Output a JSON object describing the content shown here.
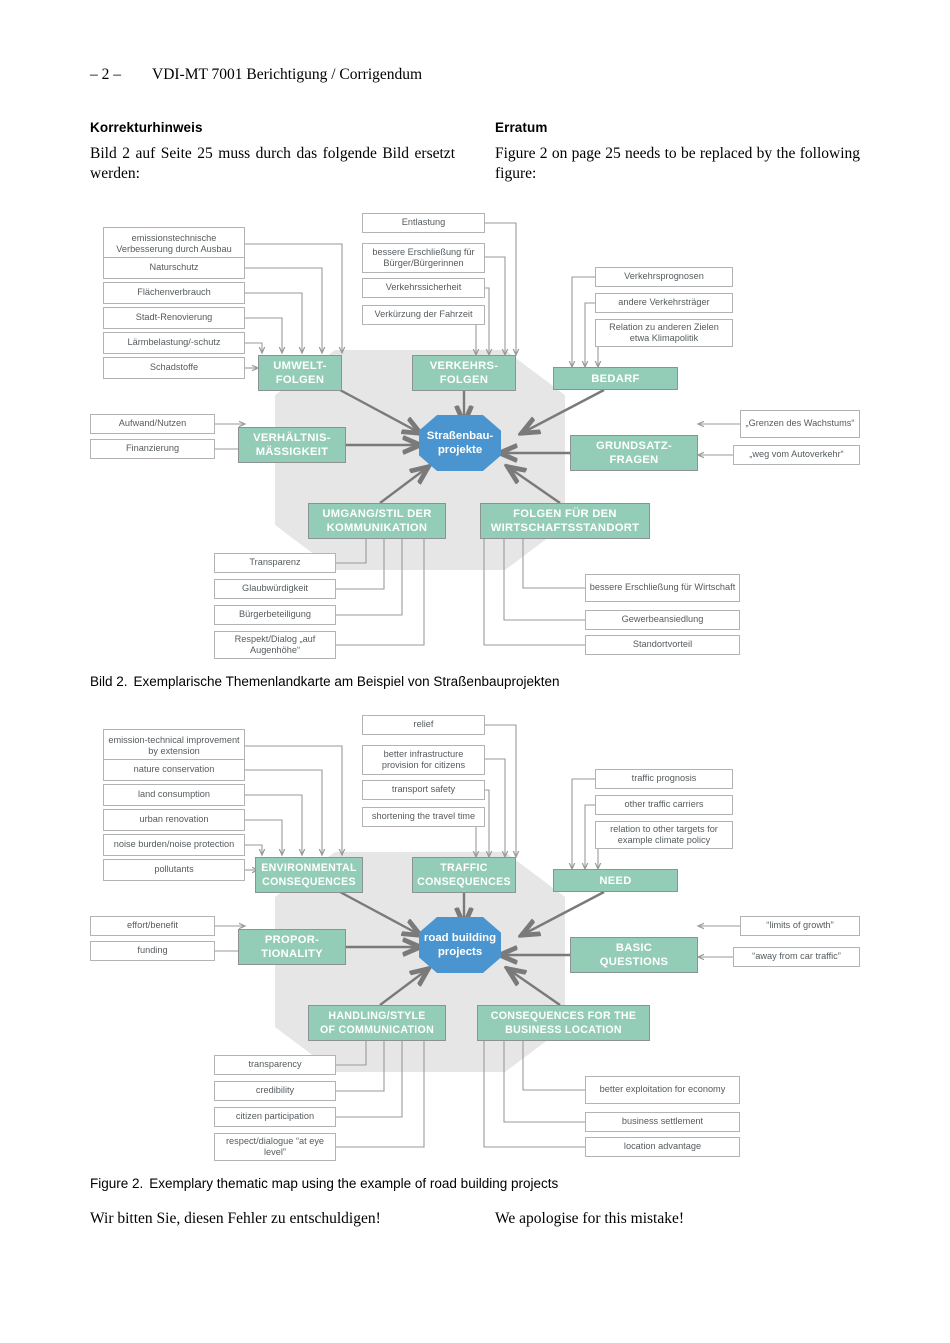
{
  "running_head": {
    "page_marker": "– 2 –",
    "document": "VDI-MT 7001  Berichtigung / Corrigendum"
  },
  "intro": {
    "left": {
      "heading": "Korrekturhinweis",
      "body": "Bild 2 auf Seite 25 muss durch das folgende Bild ersetzt werden:"
    },
    "right": {
      "heading": "Erratum",
      "body": "Figure 2 on page 25 needs to be replaced by the following figure:"
    }
  },
  "captions": {
    "de": {
      "label": "Bild 2.",
      "text": "Exemplarische Themenlandkarte am Beispiel von Straßenbauprojekten"
    },
    "en": {
      "label": "Figure 2.",
      "text": "Exemplary thematic map using the example of road building projects"
    }
  },
  "closing": {
    "de": "Wir bitten Sie, diesen Fehler zu entschuldigen!",
    "en": "We apologise for this mistake!"
  },
  "colors": {
    "theme_fill": "#93cdb7",
    "theme_border": "#8d9294",
    "hub_fill": "#4a95cf",
    "backdrop_fill": "#e6e6e6",
    "leaf_border": "#b3b3b3",
    "leaf_text": "#555b5e",
    "connector": "#9a9a9a"
  },
  "diagram_de": {
    "hub": "Straßenbau-\nprojekte",
    "hub_line1": "Straßenbau-",
    "hub_line2": "projekte",
    "themes": {
      "environment": "UMWELT-\nFOLGEN",
      "environment_l1": "UMWELT-",
      "environment_l2": "FOLGEN",
      "traffic": "VERKEHRS-\nFOLGEN",
      "traffic_l1": "VERKEHRS-",
      "traffic_l2": "FOLGEN",
      "need": "BEDARF",
      "proportionality_l1": "VERHÄLTNIS-",
      "proportionality_l2": "MÄSSIGKEIT",
      "basic_l1": "GRUNDSATZ-",
      "basic_l2": "FRAGEN",
      "communication_l1": "UMGANG/STIL DER",
      "communication_l2": "KOMMUNIKATION",
      "business_l1": "FOLGEN FÜR DEN",
      "business_l2": "WIRTSCHAFTSSTANDORT"
    },
    "environment_leaves": [
      "emissionstechnische Verbesserung durch Ausbau",
      "Naturschutz",
      "Flächenverbrauch",
      "Stadt-Renovierung",
      "Lärmbelastung/-schutz",
      "Schadstoffe"
    ],
    "traffic_leaves": [
      "Entlastung",
      "bessere Erschließung für Bürger/Bürgerinnen",
      "Verkehrssicherheit",
      "Verkürzung der Fahrzeit"
    ],
    "need_leaves": [
      "Verkehrsprognosen",
      "andere Verkehrsträger",
      "Relation zu anderen Zielen etwa Klimapolitik"
    ],
    "proportionality_leaves": [
      "Aufwand/Nutzen",
      "Finanzierung"
    ],
    "basic_leaves": [
      "„Grenzen des Wachstums“",
      "„weg vom Autoverkehr“"
    ],
    "communication_leaves": [
      "Transparenz",
      "Glaubwürdigkeit",
      "Bürgerbeteiligung",
      "Respekt/Dialog „auf Augenhöhe“"
    ],
    "business_leaves": [
      "bessere Erschließung für Wirtschaft",
      "Gewerbeansiedlung",
      "Standortvorteil"
    ]
  },
  "diagram_en": {
    "hub_line1": "road building",
    "hub_line2": "projects",
    "themes": {
      "environment_l1": "ENVIRONMENTAL",
      "environment_l2": "CONSEQUENCES",
      "traffic_l1": "TRAFFIC",
      "traffic_l2": "CONSEQUENCES",
      "need": "NEED",
      "proportionality_l1": "PROPOR-",
      "proportionality_l2": "TIONALITY",
      "basic_l1": "BASIC",
      "basic_l2": "QUESTIONS",
      "communication_l1": "HANDLING/STYLE",
      "communication_l2": "OF COMMUNICATION",
      "business_l1": "CONSEQUENCES FOR THE",
      "business_l2": "BUSINESS LOCATION"
    },
    "environment_leaves": [
      "emission-technical improvement by extension",
      "nature conservation",
      "land consumption",
      "urban renovation",
      "noise burden/noise protection",
      "pollutants"
    ],
    "traffic_leaves": [
      "relief",
      "better infrastructure provision for citizens",
      "transport safety",
      "shortening the travel time"
    ],
    "need_leaves": [
      "traffic prognosis",
      "other traffic carriers",
      "relation to other targets for example climate policy"
    ],
    "proportionality_leaves": [
      "effort/benefit",
      "funding"
    ],
    "basic_leaves": [
      "“limits of growth”",
      "“away from car traffic”"
    ],
    "communication_leaves": [
      "transparency",
      "credibility",
      "citizen participation",
      "respect/dialogue “at eye level”"
    ],
    "business_leaves": [
      "better exploitation for economy",
      "business settlement",
      "location advantage"
    ]
  }
}
